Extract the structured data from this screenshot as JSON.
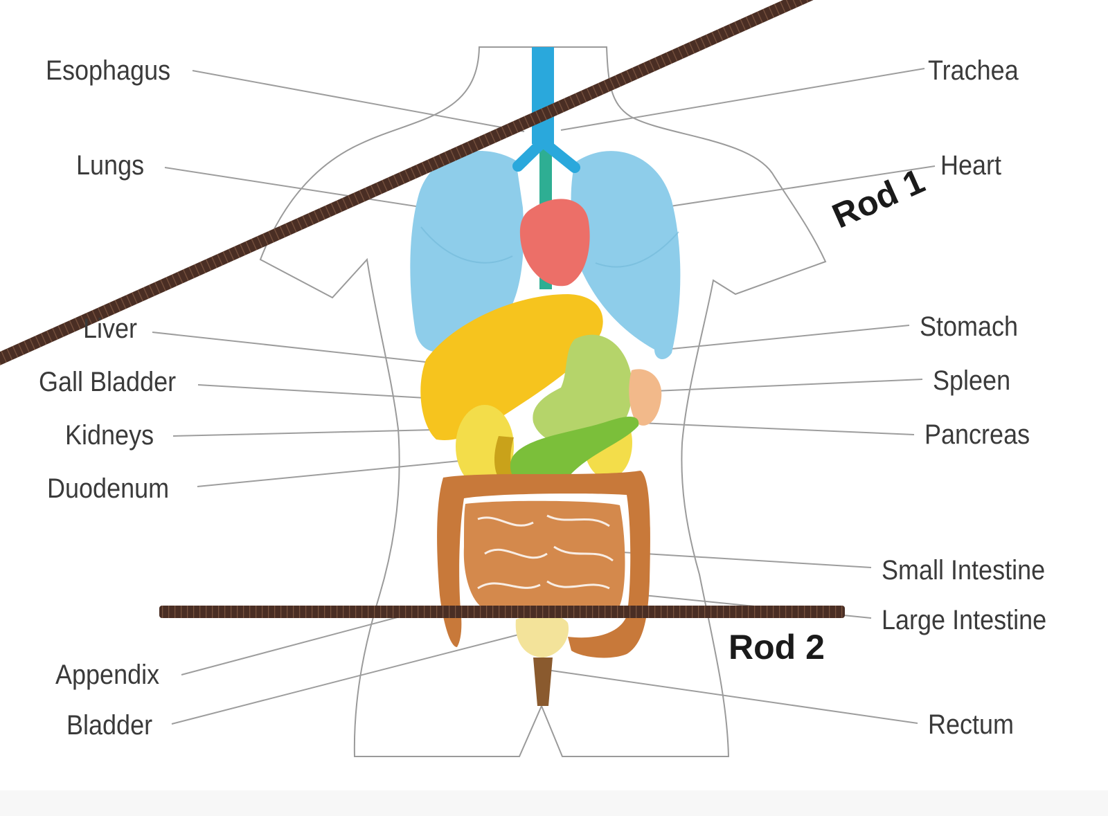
{
  "labels": {
    "esophagus": "Esophagus",
    "lungs": "Lungs",
    "liver": "Liver",
    "gall_bladder": "Gall Bladder",
    "kidneys": "Kidneys",
    "duodenum": "Duodenum",
    "appendix": "Appendix",
    "bladder": "Bladder",
    "trachea": "Trachea",
    "heart": "Heart",
    "stomach": "Stomach",
    "spleen": "Spleen",
    "pancreas": "Pancreas",
    "small_intestine": "Small Intestine",
    "large_intestine": "Large Intestine",
    "rectum": "Rectum"
  },
  "rods": {
    "rod1": "Rod 1",
    "rod2": "Rod 2"
  },
  "colors": {
    "lungs": "#8ecdea",
    "heart": "#ec6f68",
    "esophagus": "#2eae93",
    "trachea": "#2aa8dc",
    "liver": "#f6c41e",
    "stomach": "#b5d46a",
    "spleen": "#f2b98a",
    "pancreas": "#7bbf3a",
    "kidneys": "#f2d95a",
    "intestine": "#c8793a",
    "bladder": "#f3e39a",
    "rod": "#4a2e24",
    "outline": "#9a9a9a",
    "leader": "#9d9d9d",
    "text": "#3a3a3a"
  }
}
